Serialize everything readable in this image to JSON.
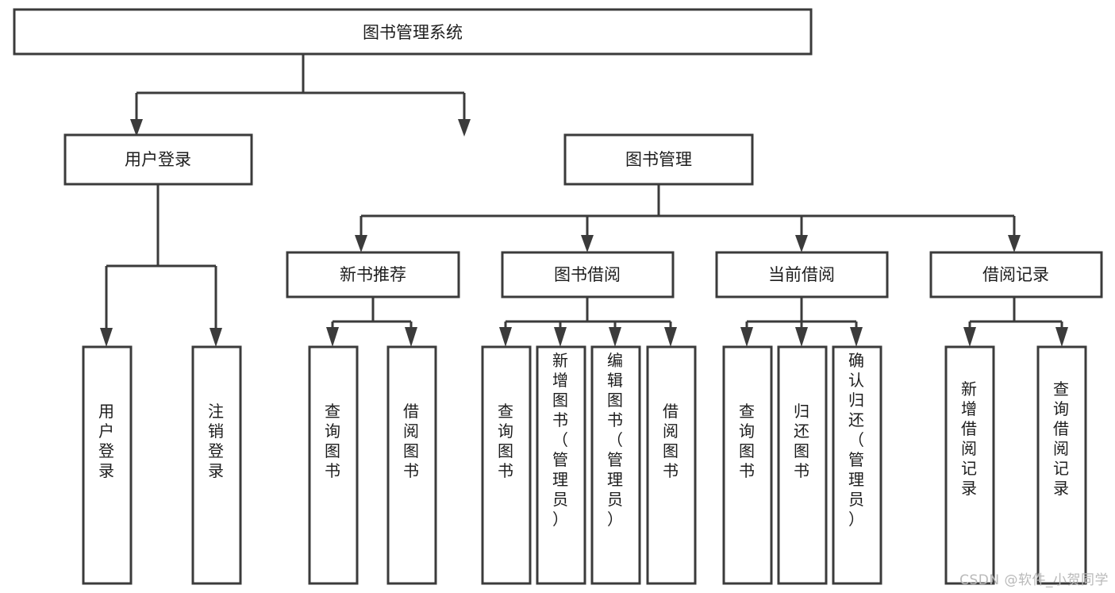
{
  "diagram": {
    "type": "tree-hierarchy",
    "title": "图书管理系统",
    "orientation": "top-down",
    "colors": {
      "box_stroke": "#3b3b3b",
      "box_fill": "#ffffff",
      "connector": "#3b3b3b",
      "label_text": "#1d1d1d",
      "background": "#ffffff",
      "watermark": "#b9b9b9"
    },
    "levels": {
      "root": {
        "label": "图书管理系统"
      },
      "level1": [
        {
          "label": "用户登录"
        },
        {
          "label": "图书管理"
        }
      ],
      "level2": [
        {
          "label": "新书推荐"
        },
        {
          "label": "图书借阅"
        },
        {
          "label": "当前借阅"
        },
        {
          "label": "借阅记录"
        }
      ],
      "leaves": [
        {
          "label": "用户登录",
          "parent": "用户登录"
        },
        {
          "label": "注销登录",
          "parent": "用户登录"
        },
        {
          "label": "查询图书",
          "parent": "新书推荐"
        },
        {
          "label": "借阅图书",
          "parent": "新书推荐"
        },
        {
          "label": "查询图书",
          "parent": "图书借阅"
        },
        {
          "label": "新增图书（管理员）",
          "parent": "图书借阅"
        },
        {
          "label": "编辑图书（管理员）",
          "parent": "图书借阅"
        },
        {
          "label": "借阅图书",
          "parent": "图书借阅"
        },
        {
          "label": "查询图书",
          "parent": "当前借阅"
        },
        {
          "label": "归还图书",
          "parent": "当前借阅"
        },
        {
          "label": "确认归还（管理员）",
          "parent": "当前借阅"
        },
        {
          "label": "新增借阅记录",
          "parent": "借阅记录"
        },
        {
          "label": "查询借阅记录",
          "parent": "借阅记录"
        }
      ]
    }
  },
  "watermark": {
    "text": "CSDN @软件_小贺同学"
  }
}
